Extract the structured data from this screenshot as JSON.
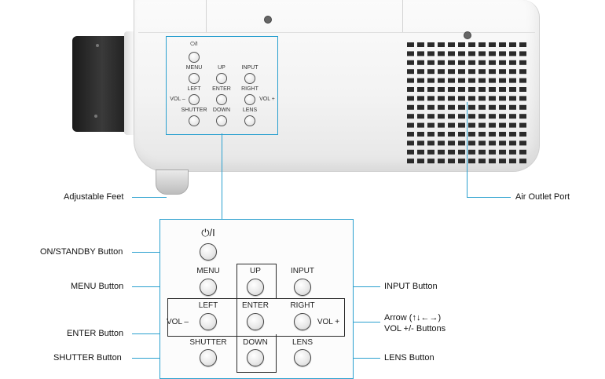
{
  "projector": {
    "small_panel": {
      "power_symbol": "⏻/I",
      "menu": "MENU",
      "up": "UP",
      "input": "INPUT",
      "left": "LEFT",
      "enter": "ENTER",
      "right": "RIGHT",
      "vol_minus": "VOL –",
      "vol_plus": "VOL +",
      "shutter": "SHUTTER",
      "down": "DOWN",
      "lens": "LENS"
    }
  },
  "control_panel": {
    "power_symbol": "⏻/I",
    "menu": "MENU",
    "up": "UP",
    "input": "INPUT",
    "left": "LEFT",
    "enter": "ENTER",
    "right": "RIGHT",
    "vol_minus": "VOL –",
    "vol_plus": "VOL +",
    "shutter": "SHUTTER",
    "down": "DOWN",
    "lens": "LENS"
  },
  "callouts": {
    "adjustable_feet": "Adjustable Feet",
    "air_outlet_port": "Air Outlet Port",
    "on_standby_button": "ON/STANDBY Button",
    "menu_button": "MENU Button",
    "enter_button": "ENTER Button",
    "shutter_button": "SHUTTER Button",
    "input_button": "INPUT Button",
    "arrow_line1": "Arrow (↑↓←→)",
    "arrow_line2": "VOL +/- Buttons",
    "lens_button": "LENS Button"
  },
  "colors": {
    "callout_line": "#2aa0cf",
    "projector_body": "#f3f3f3",
    "lens": "#1a1a1a"
  }
}
